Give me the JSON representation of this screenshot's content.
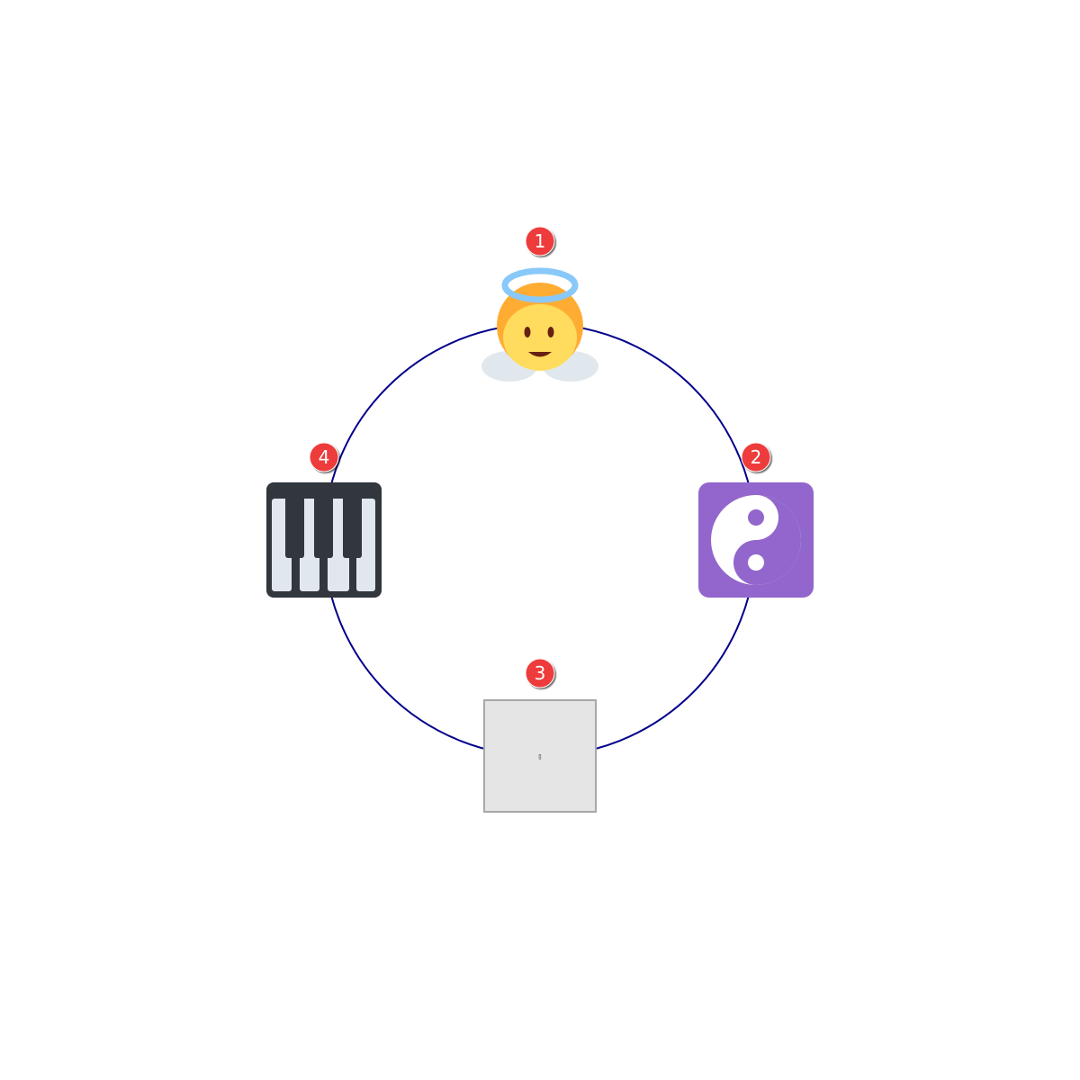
{
  "diagram": {
    "type": "cycle",
    "ring_color": "#00008b",
    "badge_color": "#ee3b3b",
    "nodes": [
      {
        "number": "1",
        "icon": "baby-angel-icon",
        "label": ""
      },
      {
        "number": "2",
        "icon": "yin-yang-icon",
        "label": ""
      },
      {
        "number": "3",
        "icon": "missing-glyph-icon",
        "label": "▯"
      },
      {
        "number": "4",
        "icon": "musical-keyboard-icon",
        "label": ""
      }
    ]
  }
}
